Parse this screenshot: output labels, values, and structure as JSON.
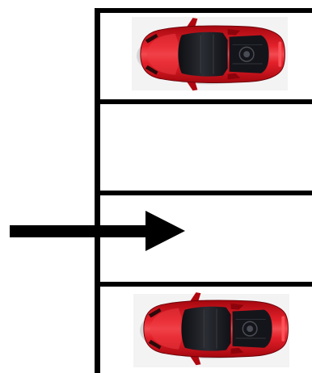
{
  "scene": {
    "background_color": "#ffffff",
    "line_color": "#000000",
    "car_color": "#d5111b",
    "car_dark_color": "#7a0308",
    "car_light_color": "#f4565c",
    "window_color": "#17181d",
    "photo_backdrop_color": "#f3f3f4"
  },
  "parking_lot": {
    "slots": [
      {
        "position": 1,
        "occupied": true,
        "content": "red-sports-car"
      },
      {
        "position": 2,
        "occupied": false,
        "content": "empty"
      },
      {
        "position": 3,
        "occupied": false,
        "content": "empty"
      },
      {
        "position": 4,
        "occupied": true,
        "content": "red-sports-car"
      }
    ]
  },
  "direction_arrow": {
    "icon": "right-arrow-icon",
    "points_to_slot": 3
  }
}
